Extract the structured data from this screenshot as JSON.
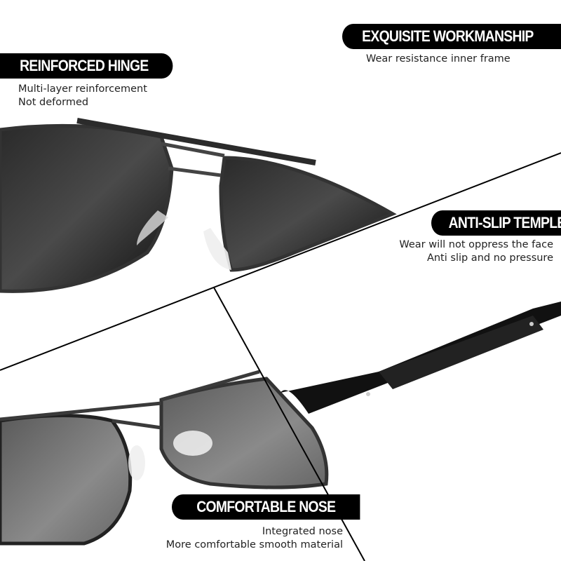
{
  "features": [
    {
      "title": "EXQUISITE WORKMANSHIP",
      "lines": [
        "Wear resistance inner frame"
      ]
    },
    {
      "title": "REINFORCED HINGE",
      "lines": [
        "Multi-layer reinforcement",
        "Not deformed"
      ]
    },
    {
      "title": "ANTI-SLIP TEMPLE",
      "lines": [
        "Wear will not oppress the face",
        "Anti slip and no pressure"
      ]
    },
    {
      "title": "COMFORTABLE NOSE",
      "lines": [
        "Integrated nose",
        "More comfortable smooth material"
      ]
    }
  ],
  "colors": {
    "badge": "#000000",
    "lens_dark": "#1a1a1a",
    "lens_grey": "#6b6b6b"
  }
}
